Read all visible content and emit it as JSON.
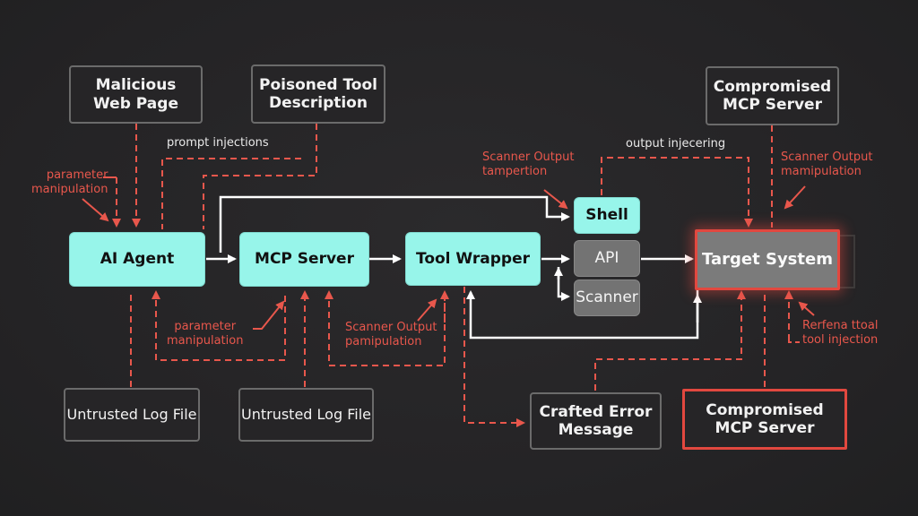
{
  "colors": {
    "background": "#262527",
    "core_node": "#97f5ea",
    "neutral_node": "#737373",
    "attack": "#e2483f",
    "flow": "#ffffff"
  },
  "nodes": {
    "malicious_web_page": "Malicious\nWeb Page",
    "poisoned_tool_description": "Poisoned Tool\nDescription",
    "compromised_mcp_server_top": "Compromised\nMCP Server",
    "ai_agent": "AI Agent",
    "mcp_server": "MCP Server",
    "tool_wrapper": "Tool Wrapper",
    "shell": "Shell",
    "api": "API",
    "scanner": "Scanner",
    "target_system": "Target System",
    "untrusted_log_file_1": "Untrusted Log File",
    "untrusted_log_file_2": "Untrusted Log File",
    "crafted_error_message": "Crafted Error\nMessage",
    "compromised_mcp_server_bottom": "Compromised\nMCP Server"
  },
  "labels": {
    "prompt_injections": "prompt injections",
    "parameter_manipulation_top": "parameter\nmanipulation",
    "scanner_output_tampertion": "Scanner Output\ntampertion",
    "output_injecering": "output injecering",
    "scanner_output_mamipulation": "Scanner Output\nmamipulation",
    "parameter_manipulation_bottom": "parameter\nmanipulation",
    "scanner_output_pamipulation": "Scanner Output\npamipulation",
    "rerfena_tool_injection": "Rerfena ttoal\ntool injection"
  },
  "edges": {
    "flow": [
      {
        "from": "AI Agent",
        "to": "MCP Server"
      },
      {
        "from": "MCP Server",
        "to": "Tool Wrapper"
      },
      {
        "from": "Tool Wrapper",
        "to": "API"
      },
      {
        "from": "API",
        "to": "Target System"
      },
      {
        "from": "Tool Wrapper",
        "to": "Scanner"
      },
      {
        "from": "AI Agent",
        "to": "Shell"
      },
      {
        "from": "Target System",
        "to": "Tool Wrapper"
      }
    ],
    "attack": [
      {
        "from": "Malicious Web Page",
        "to": "AI Agent"
      },
      {
        "from": "Poisoned Tool Description",
        "to": "AI Agent",
        "label": "prompt injections"
      },
      {
        "from": "Shell",
        "to": "Target System",
        "label": "output injecering"
      },
      {
        "from": "Compromised MCP Server (top)",
        "to": "Target System"
      },
      {
        "from": "Untrusted Log File",
        "to": "AI Agent"
      },
      {
        "from": "Untrusted Log File",
        "to": "MCP Server"
      },
      {
        "from": "Tool Wrapper",
        "to": "Crafted Error Message"
      },
      {
        "from": "Crafted Error Message",
        "to": "Target System"
      },
      {
        "from": "Compromised MCP Server (bottom)",
        "to": "Target System"
      }
    ]
  }
}
